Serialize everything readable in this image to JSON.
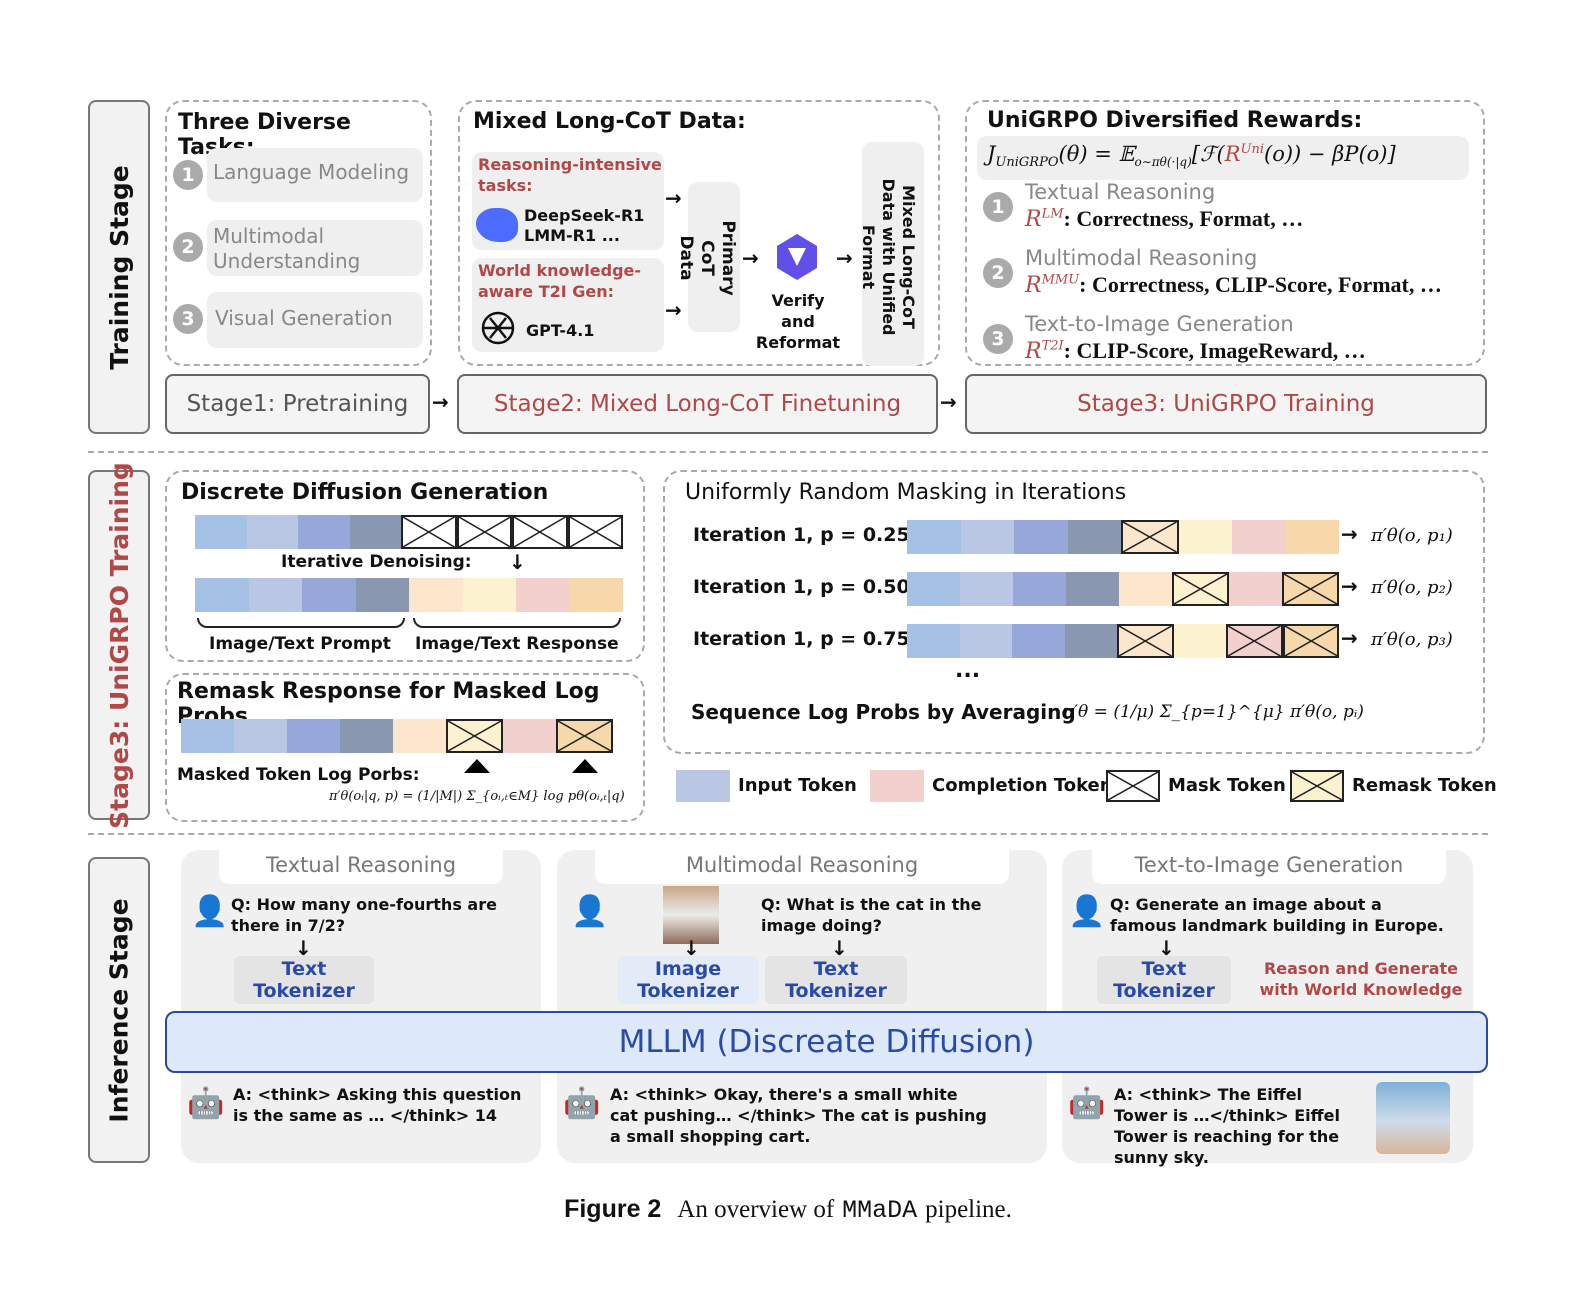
{
  "training": {
    "label": "Training Stage",
    "tasks": {
      "title": "Three Diverse Tasks:",
      "items": [
        {
          "num": "1",
          "label": "Language Modeling"
        },
        {
          "num": "2",
          "label": "Multimodal Understanding"
        },
        {
          "num": "3",
          "label": "Visual Generation"
        }
      ]
    },
    "cot": {
      "title": "Mixed Long-CoT Data:",
      "reasoning_label": "Reasoning-intensive tasks:",
      "reasoning_models": "DeepSeek-R1 LMM-R1 ...",
      "world_label": "World knowledge-aware T2I Gen:",
      "world_model": "GPT-4.1",
      "primary": "Primary CoT Data",
      "verify": "Verify and Reformat",
      "mixed": "Mixed Long-CoT Data with Unified Format"
    },
    "rewards": {
      "title": "UniGRPO Diversified Rewards:",
      "formula": {
        "lhs": "J",
        "lhs_sub": "UniGRPO",
        "theta": "(θ) = 𝔼",
        "e_sub": "o∼πθ(·|q)",
        "mid": "[ℱ(",
        "r": "R",
        "r_sup": "Uni",
        "tail": "(o)) − βP(o)]"
      },
      "items": [
        {
          "num": "1",
          "label": "Textual Reasoning",
          "r": "R",
          "sup": "LM",
          "text": ": Correctness, Format, …"
        },
        {
          "num": "2",
          "label": "Multimodal Reasoning",
          "r": "R",
          "sup": "MMU",
          "text": ": Correctness, CLIP-Score, Format, …"
        },
        {
          "num": "3",
          "label": "Text-to-Image Generation",
          "r": "R",
          "sup": "T2I",
          "text": ": CLIP-Score, ImageReward, …"
        }
      ]
    },
    "stages": [
      "Stage1: Pretraining",
      "Stage2: Mixed Long-CoT Finetuning",
      "Stage3: UniGRPO Training"
    ]
  },
  "stage3": {
    "label": "Stage3: UniGRPO Training",
    "diffusion": {
      "title": "Discrete Diffusion Generation",
      "denoise_label": "Iterative Denoising:",
      "prompt_label": "Image/Text Prompt",
      "response_label": "Image/Text Response",
      "row1": [
        {
          "c": "#a5c1e5"
        },
        {
          "c": "#b9c6e4"
        },
        {
          "c": "#97a7da"
        },
        {
          "c": "#8a97b0"
        },
        {
          "c": "#ffffff",
          "m": true
        },
        {
          "c": "#ffffff",
          "m": true
        },
        {
          "c": "#ffffff",
          "m": true
        },
        {
          "c": "#ffffff",
          "m": true
        }
      ],
      "row2": [
        {
          "c": "#a5c1e5"
        },
        {
          "c": "#b9c6e4"
        },
        {
          "c": "#97a7da"
        },
        {
          "c": "#8a97b0"
        },
        {
          "c": "#fce7cd"
        },
        {
          "c": "#fcf2d0"
        },
        {
          "c": "#f1d0cd"
        },
        {
          "c": "#f6d8ab"
        }
      ]
    },
    "remask": {
      "title": "Remask Response for Masked Log Probs",
      "masked_label": "Masked Token Log Porbs:",
      "formula": "π′θ(oᵢ|q, p) = (1/|M|) Σ_{oᵢ,ₜ∈M} log pθ(oᵢ,ₜ|q)",
      "row": [
        {
          "c": "#a5c1e5"
        },
        {
          "c": "#b9c6e4"
        },
        {
          "c": "#97a7da"
        },
        {
          "c": "#8a97b0"
        },
        {
          "c": "#fce7cd"
        },
        {
          "c": "#fcf2d0",
          "m": true
        },
        {
          "c": "#f1d0cd"
        },
        {
          "c": "#f6d8ab",
          "m": true
        }
      ]
    },
    "masking": {
      "title": "Uniformly Random Masking in Iterations",
      "iterations": [
        {
          "label": "Iteration 1, p = 0.25",
          "output": "π′θ(o, p₁)",
          "tokens": [
            {
              "c": "#a5c1e5"
            },
            {
              "c": "#b9c6e4"
            },
            {
              "c": "#97a7da"
            },
            {
              "c": "#8a97b0"
            },
            {
              "c": "#fce7cd",
              "m": true
            },
            {
              "c": "#fcf2d0"
            },
            {
              "c": "#f1d0cd"
            },
            {
              "c": "#f6d8ab"
            }
          ]
        },
        {
          "label": "Iteration 1, p = 0.50",
          "output": "π′θ(o, p₂)",
          "tokens": [
            {
              "c": "#a5c1e5"
            },
            {
              "c": "#b9c6e4"
            },
            {
              "c": "#97a7da"
            },
            {
              "c": "#8a97b0"
            },
            {
              "c": "#fce7cd"
            },
            {
              "c": "#fcf2d0",
              "m": true
            },
            {
              "c": "#f1d0cd"
            },
            {
              "c": "#f6d8ab",
              "m": true
            }
          ]
        },
        {
          "label": "Iteration 1, p = 0.75",
          "output": "π′θ(o, p₃)",
          "tokens": [
            {
              "c": "#a5c1e5"
            },
            {
              "c": "#b9c6e4"
            },
            {
              "c": "#97a7da"
            },
            {
              "c": "#8a97b0"
            },
            {
              "c": "#fce7cd",
              "m": true
            },
            {
              "c": "#fcf2d0"
            },
            {
              "c": "#f1d0cd",
              "m": true
            },
            {
              "c": "#f6d8ab",
              "m": true
            }
          ]
        }
      ],
      "ellipsis": "...",
      "avg_label": "Sequence Log Probs by Averaging",
      "avg_formula": "π′θ = (1/μ) Σ_{p=1}^{μ} π′θ(o, pᵢ)"
    },
    "legend": [
      {
        "label": "Input Token",
        "c": "#b9c6e4"
      },
      {
        "label": "Completion Token",
        "c": "#f1d0cd"
      },
      {
        "label": "Mask Token",
        "c": "#ffffff",
        "m": true
      },
      {
        "label": "Remask Token",
        "c": "#fcf2d0",
        "m": true
      }
    ]
  },
  "inference": {
    "label": "Inference Stage",
    "panels": [
      {
        "title": "Textual Reasoning",
        "question": "Q: How many one-fourths are there in 7/2?",
        "tokenizers": [
          "Text Tokenizer"
        ],
        "answer": "A: <think> Asking this question is the same as … </think> 14"
      },
      {
        "title": "Multimodal Reasoning",
        "question": "Q: What is the cat in the image doing?",
        "tokenizers": [
          "Image Tokenizer",
          "Text Tokenizer"
        ],
        "answer": "A: <think> Okay, there's a small white cat pushing… </think> The cat is pushing a small shopping cart."
      },
      {
        "title": "Text-to-Image Generation",
        "question": "Q: Generate an image about a famous landmark building in Europe.",
        "tokenizers": [
          "Text Tokenizer"
        ],
        "note": "Reason and Generate with World Knowledge",
        "answer": "A: <think> The Eiffel Tower is …</think> Eiffel Tower is reaching for the sunny sky."
      }
    ],
    "mllm": "MLLM (Discreate Diffusion)"
  },
  "caption": {
    "label": "Figure 2",
    "text": "An overview of",
    "name": "MMaDA",
    "end": "pipeline."
  }
}
